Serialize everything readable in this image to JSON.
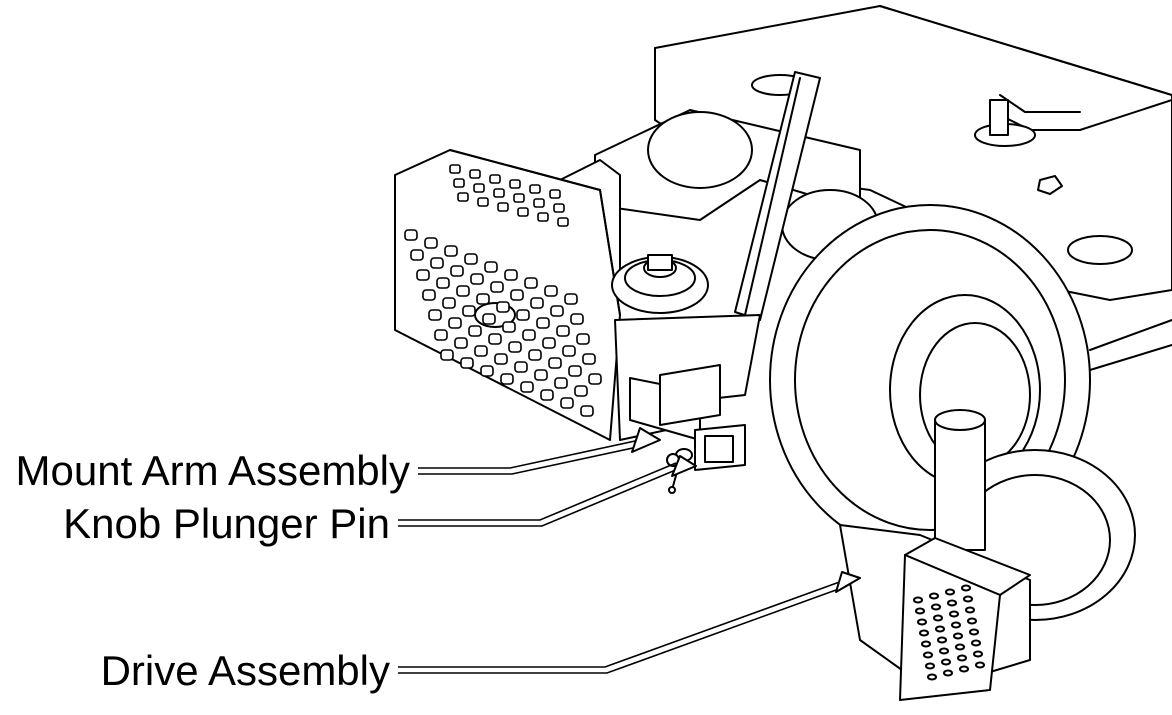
{
  "figure": {
    "labels": {
      "mount_arm": "Mount Arm Assembly",
      "knob_plunger": "Knob Plunger Pin",
      "drive": "Drive Assembly"
    },
    "colors": {
      "ink": "#000000",
      "fill": "#ffffff",
      "tire": "#f2f2f2"
    }
  }
}
